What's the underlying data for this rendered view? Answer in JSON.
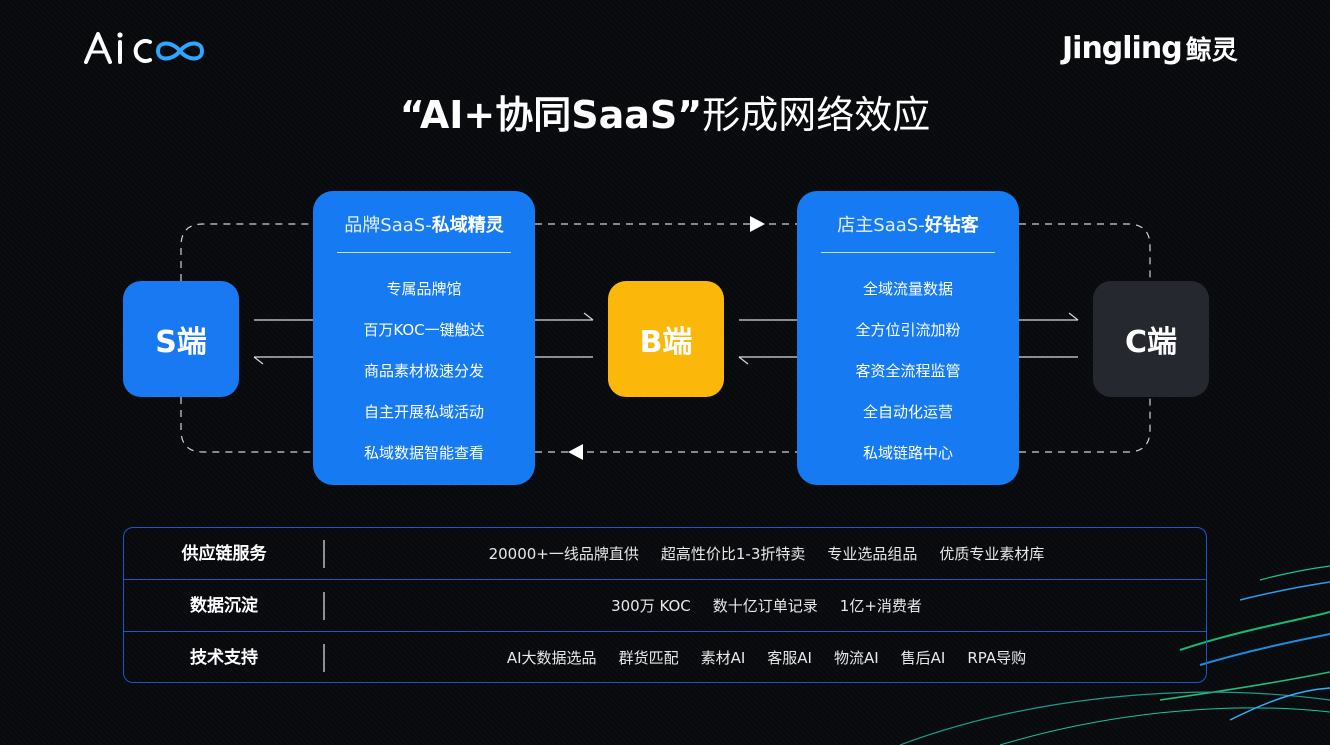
{
  "logos": {
    "left": "AICO",
    "right_en": "Jingling",
    "right_cn": "鲸灵"
  },
  "title": {
    "bold": "“AI+协同SaaS”",
    "light": "形成网络效应"
  },
  "nodes": {
    "s": "S端",
    "b": "B端",
    "c": "C端"
  },
  "panel_left": {
    "heading_light": "品牌SaaS-",
    "heading_bold": "私域精灵",
    "items": [
      "专属品牌馆",
      "百万KOC一键触达",
      "商品素材极速分发",
      "自主开展私域活动",
      "私域数据智能查看"
    ]
  },
  "panel_right": {
    "heading_light": "店主SaaS-",
    "heading_bold": "好钻客",
    "items": [
      "全域流量数据",
      "全方位引流加粉",
      "客资全流程监管",
      "全自动化运营",
      "私域链路中心"
    ]
  },
  "table": {
    "rows": [
      {
        "label": "供应链服务",
        "values": [
          "20000+一线品牌直供",
          "超高性价比1-3折特卖",
          "专业选品组品",
          "优质专业素材库"
        ]
      },
      {
        "label": "数据沉淀",
        "values": [
          "300万 KOC",
          "数十亿订单记录",
          "1亿+消费者"
        ]
      },
      {
        "label": "技术支持",
        "values": [
          "AI大数据选品",
          "群货匹配",
          "素材AI",
          "客服AI",
          "物流AI",
          "售后AI",
          "RPA导购"
        ]
      }
    ]
  },
  "colors": {
    "background": "#090a0d",
    "panel_blue": "#167af3",
    "s_node": "#1879f2",
    "b_node": "#fbb80b",
    "c_node": "#25282e",
    "table_border": "#1d58c9"
  }
}
